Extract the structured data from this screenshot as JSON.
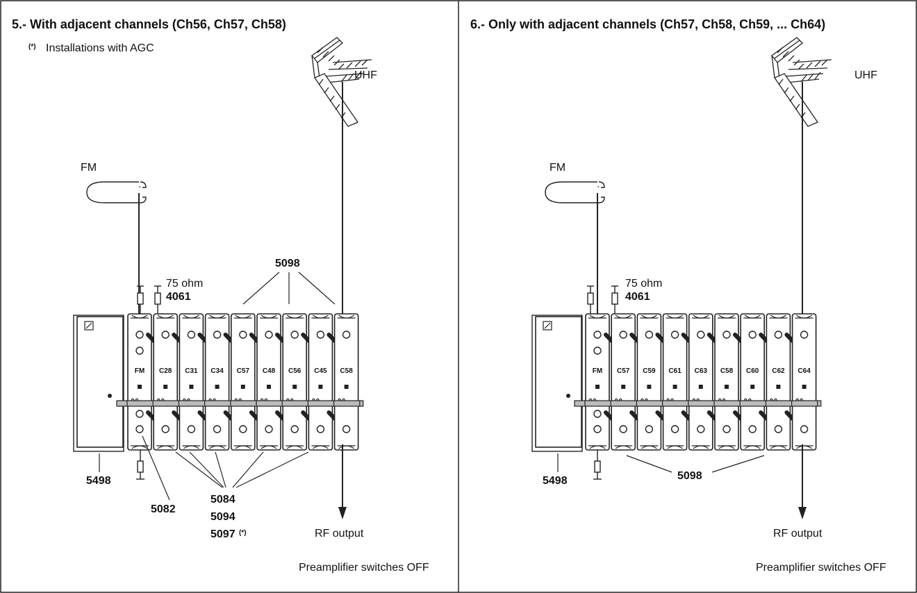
{
  "panel_left": {
    "title": "5.- With adjacent channels (Ch56, Ch57, Ch58)",
    "note_marker": "(*)",
    "note_text": "Installations with AGC",
    "uhf_label": "UHF",
    "fm_label": "FM",
    "ohm_label": "75 ohm",
    "load_code": "4061",
    "top_module_code": "5098",
    "modules": [
      "FM",
      "C28",
      "C31",
      "C34",
      "C57",
      "C48",
      "C56",
      "C45",
      "C58"
    ],
    "psu_code": "5498",
    "fm_module_code": "5082",
    "bottom_codes": [
      "5084",
      "5094",
      "5097"
    ],
    "bottom_code_marker": "(*)",
    "rf_output": "RF output",
    "footer": "Preamplifier switches OFF"
  },
  "panel_right": {
    "title": "6.- Only with adjacent channels (Ch57, Ch58, Ch59, ... Ch64)",
    "uhf_label": "UHF",
    "fm_label": "FM",
    "ohm_label": "75 ohm",
    "load_code": "4061",
    "modules": [
      "FM",
      "C57",
      "C59",
      "C61",
      "C63",
      "C58",
      "C60",
      "C62",
      "C64"
    ],
    "psu_code": "5498",
    "bottom_code": "5098",
    "rf_output": "RF output",
    "footer": "Preamplifier switches OFF"
  },
  "icons": [
    "uhf-antenna-icon",
    "fm-antenna-icon",
    "power-supply-icon",
    "terminating-load-icon"
  ]
}
